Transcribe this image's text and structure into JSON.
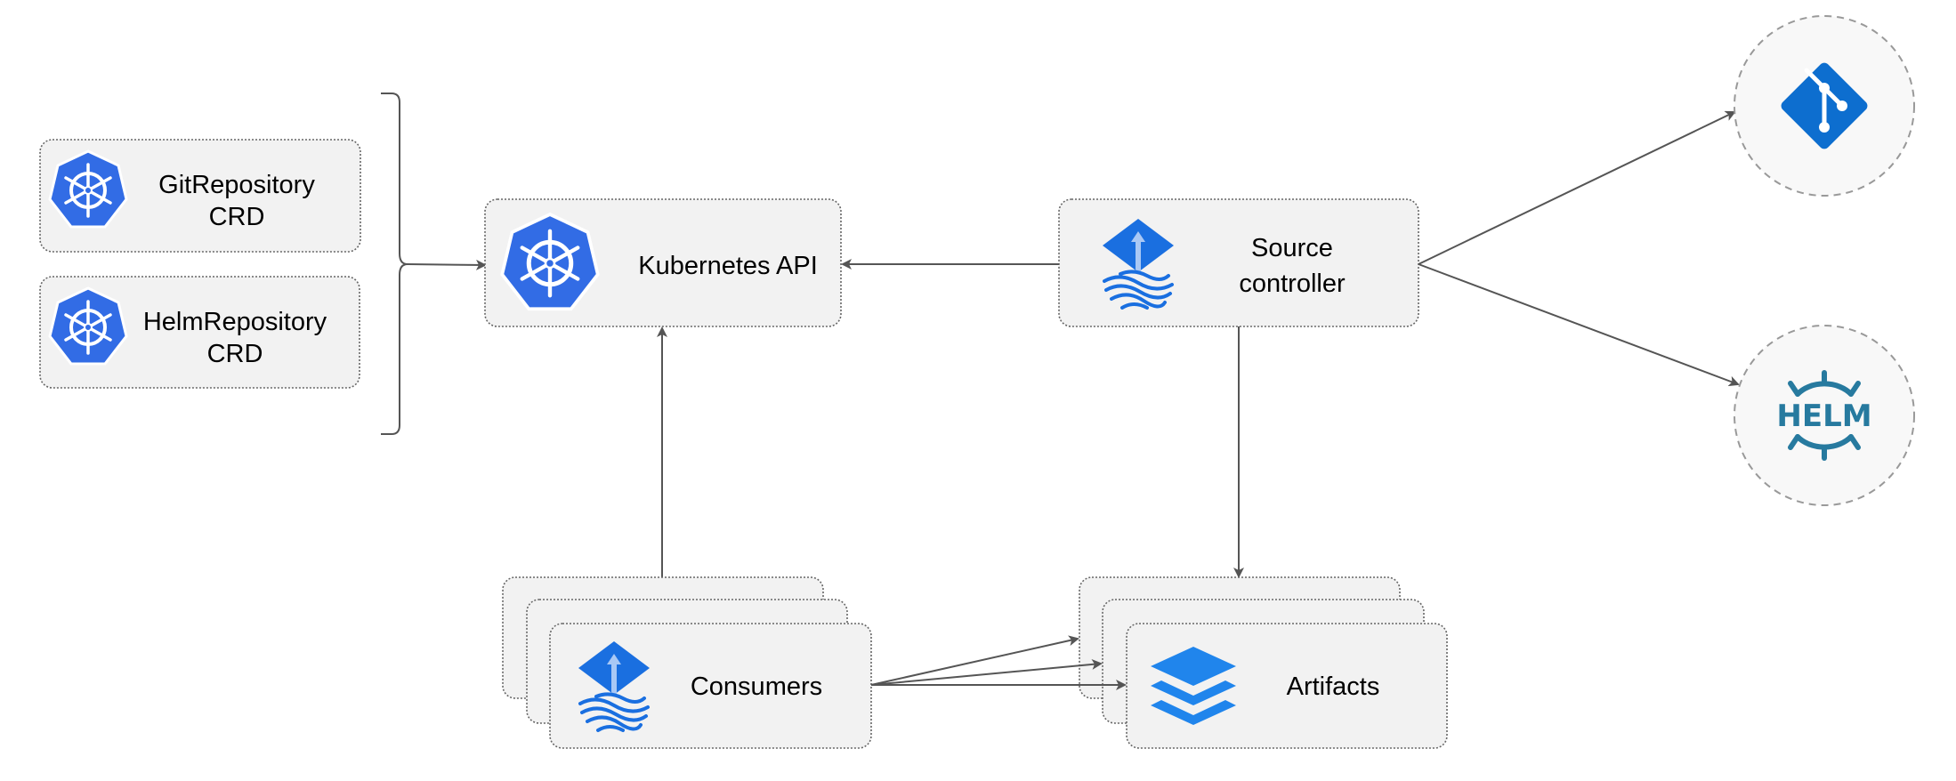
{
  "nodes": {
    "git_crd": {
      "line1": "GitRepository",
      "line2": "CRD",
      "icon": "kubernetes-icon"
    },
    "helm_crd": {
      "line1": "HelmRepository",
      "line2": "CRD",
      "icon": "kubernetes-icon"
    },
    "kubernetes_api": {
      "label": "Kubernetes API",
      "icon": "kubernetes-icon"
    },
    "source_controller": {
      "line1": "Source",
      "line2": "controller",
      "icon": "flux-icon"
    },
    "consumers": {
      "label": "Consumers",
      "icon": "flux-icon"
    },
    "artifacts": {
      "label": "Artifacts",
      "icon": "layers-icon"
    },
    "git": {
      "icon": "git-icon"
    },
    "helm": {
      "logo_text": "HELM",
      "icon": "helm-icon"
    }
  },
  "colors": {
    "kubernetes_blue": "#326ce5",
    "flux_blue": "#1a6fe0",
    "git_blue": "#0d6ecf",
    "helm_teal": "#277a9f",
    "layers_blue": "#2085ec",
    "box_fill": "#f2f2f2",
    "edge": "#555555"
  }
}
